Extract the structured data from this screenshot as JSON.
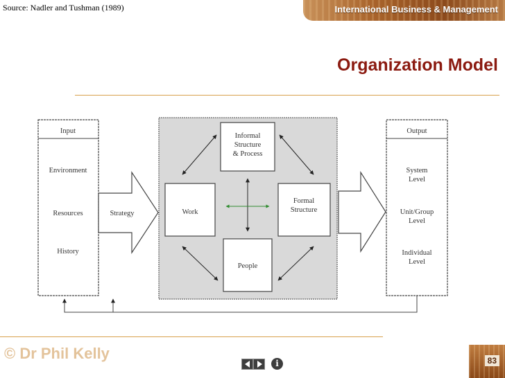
{
  "source_note": "Source: Nadler and Tushman (1989)",
  "header": {
    "course": "International Business & Management"
  },
  "title": "Organization Model",
  "footer": {
    "author": "© Dr Phil Kelly",
    "page_number": "83",
    "info_icon": "i"
  },
  "diagram": {
    "input": {
      "heading": "Input",
      "items": [
        "Environment",
        "Resources",
        "History"
      ]
    },
    "strategy": "Strategy",
    "transformation": {
      "work": "Work",
      "informal": [
        "Informal",
        "Structure",
        "& Process"
      ],
      "formal": [
        "Formal",
        "Structure"
      ],
      "people": "People"
    },
    "output": {
      "heading": "Output",
      "items": [
        [
          "System",
          "Level"
        ],
        [
          "Unit/Group",
          "Level"
        ],
        [
          "Individual",
          "Level"
        ]
      ]
    }
  },
  "colors": {
    "title": "#8b1a10",
    "banner": "#a8632b",
    "rule": "#d8a04c",
    "core_fill": "#d9d9d9",
    "accent_arrow": "#2e8b2e"
  },
  "icons": [
    "prev-slide-icon",
    "next-slide-icon",
    "info-icon",
    "bidirectional-arrow-icon"
  ]
}
